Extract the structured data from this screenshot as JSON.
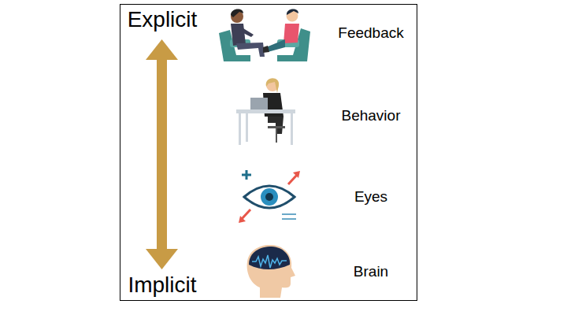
{
  "diagram": {
    "labels": [
      "Explicit",
      "Implicit",
      "Feedback",
      "Behavior",
      "Eyes",
      "Brain"
    ]
  }
}
